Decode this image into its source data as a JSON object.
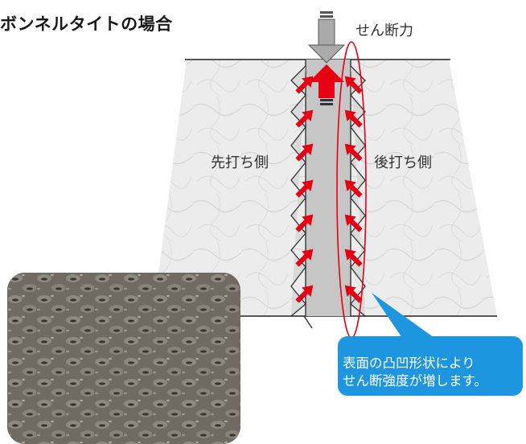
{
  "title": "ボンネルタイトの場合",
  "labels": {
    "shear_force": "せん断力",
    "left_side": "先打ち側",
    "right_side": "後打ち側"
  },
  "callout": {
    "line1": "表面の凸凹形状により",
    "line2": "せん断強度が増します。"
  },
  "colors": {
    "concrete": "#e9e9e9",
    "tile": "#c9c9c9",
    "arrow_red": "#e60012",
    "arrow_gray": "#aaaaaa",
    "callout_blue": "#1d96df",
    "ellipse": "#e60012"
  },
  "icons": {
    "shear_arrow": "down-arrow-icon",
    "reaction_arrow": "up-arrow-icon",
    "pressure_arrows": "diagonal-arrow-icon"
  }
}
